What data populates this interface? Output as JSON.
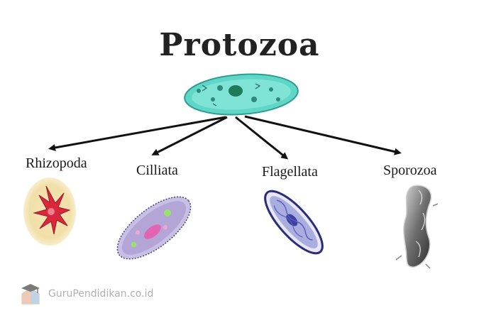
{
  "title": "Protozoa",
  "root": {
    "name": "protozoa-cell-icon"
  },
  "categories": [
    {
      "label": "Rhizopoda",
      "icon": "amoeba-icon"
    },
    {
      "label": "Cilliata",
      "icon": "paramecium-icon"
    },
    {
      "label": "Flagellata",
      "icon": "euglena-icon"
    },
    {
      "label": "Sporozoa",
      "icon": "plasmodium-icon"
    }
  ],
  "watermark": {
    "text": "GuruPendidikan.co.id",
    "icon": "graduation-cap-house-icon"
  },
  "colors": {
    "root_cell": "#5fd6c8",
    "rhizopoda": "#d9283c",
    "cilliata": "#b3a6d6",
    "flagellata": "#3b3fa0",
    "sporozoa": "#8a8a8a",
    "arrow": "#111111"
  }
}
